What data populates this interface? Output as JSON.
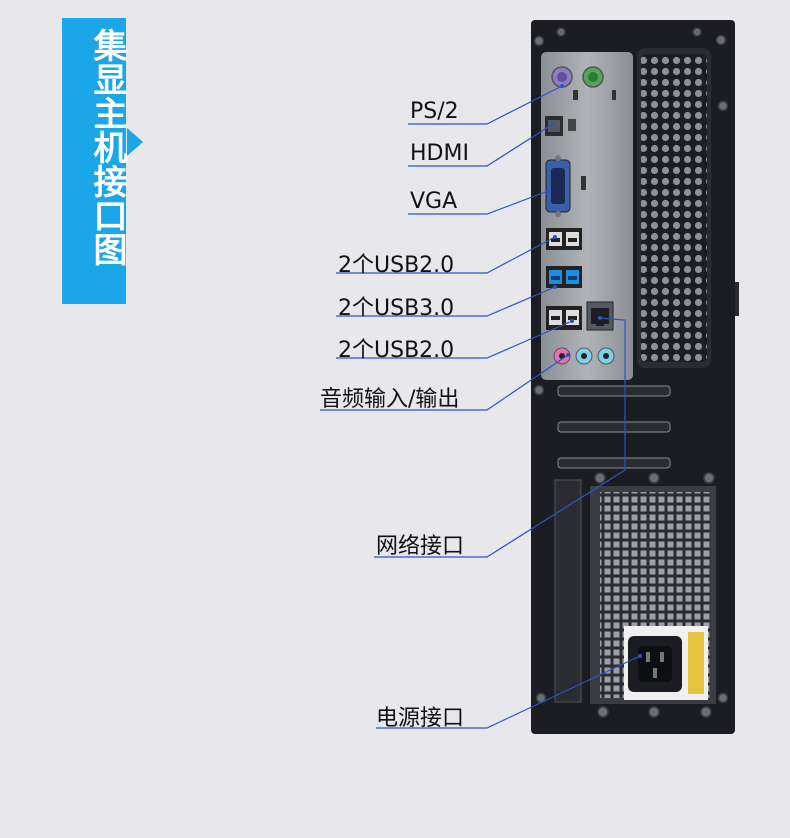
{
  "banner": {
    "title": "集显主机接口图",
    "color": "#1aa6e8"
  },
  "labels": {
    "ps2": "PS/2",
    "hdmi": "HDMI",
    "vga": "VGA",
    "usb20_top": "2个USB2.0",
    "usb30": "2个USB3.0",
    "usb20_bottom": "2个USB2.0",
    "audio": "音频输入/输出",
    "network": "网络接口",
    "power": "电源接口"
  },
  "colors": {
    "leader_line": "#2a55c8",
    "chassis": "#1b1d22",
    "panel": "#9ea3a8",
    "usb3": "#1e8fe0"
  }
}
